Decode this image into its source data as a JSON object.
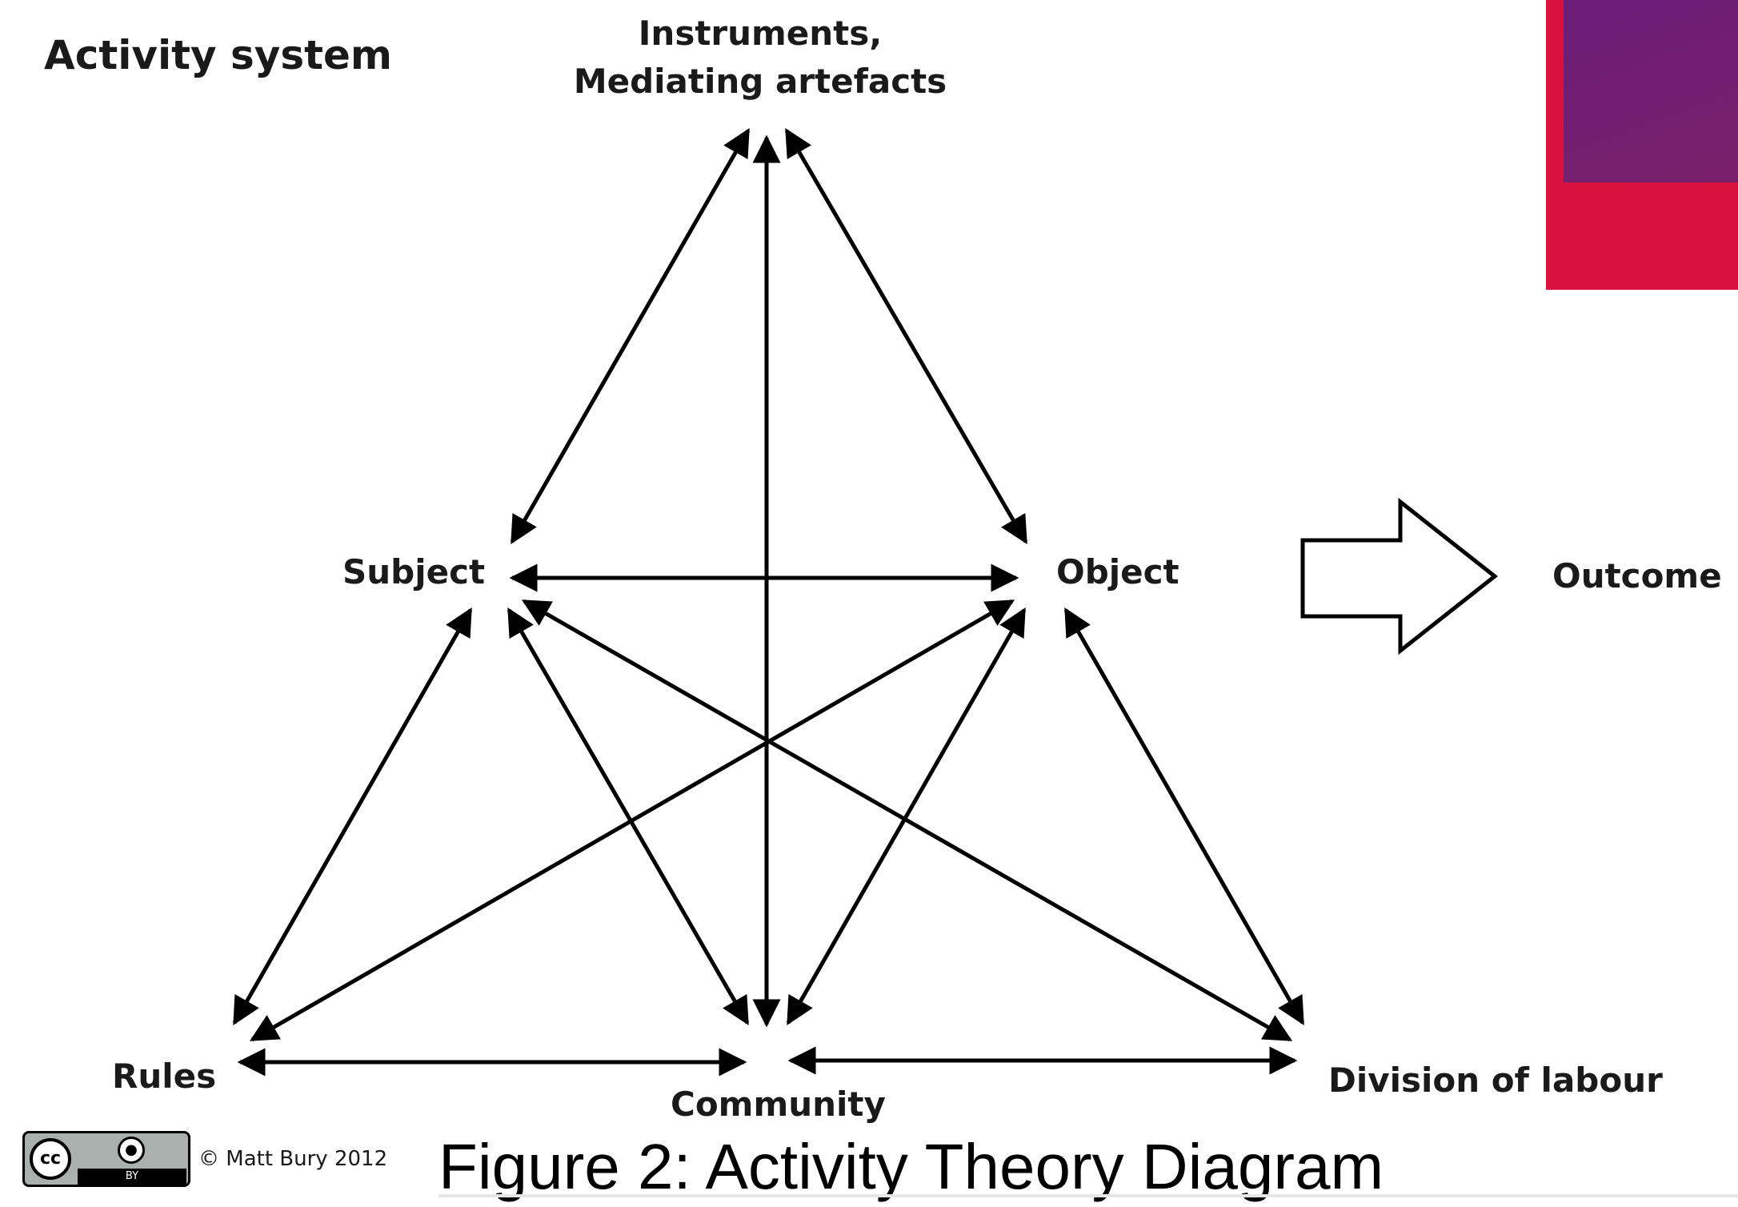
{
  "heading": "Activity system",
  "nodes": {
    "instruments": "Instruments,\nMediating artefacts",
    "subject": "Subject",
    "object": "Object",
    "outcome": "Outcome",
    "rules": "Rules",
    "community": "Community",
    "division": "Division of labour"
  },
  "footer": {
    "license_cc": "cc",
    "license_by_icon": "person-icon",
    "license_by": "BY",
    "copyright": "© Matt Bury 2012"
  },
  "caption": "Figure 2: Activity Theory Diagram",
  "colors": {
    "stroke": "#000000",
    "corner_red": "#d8123d",
    "corner_purple": "#6b1e7a"
  }
}
